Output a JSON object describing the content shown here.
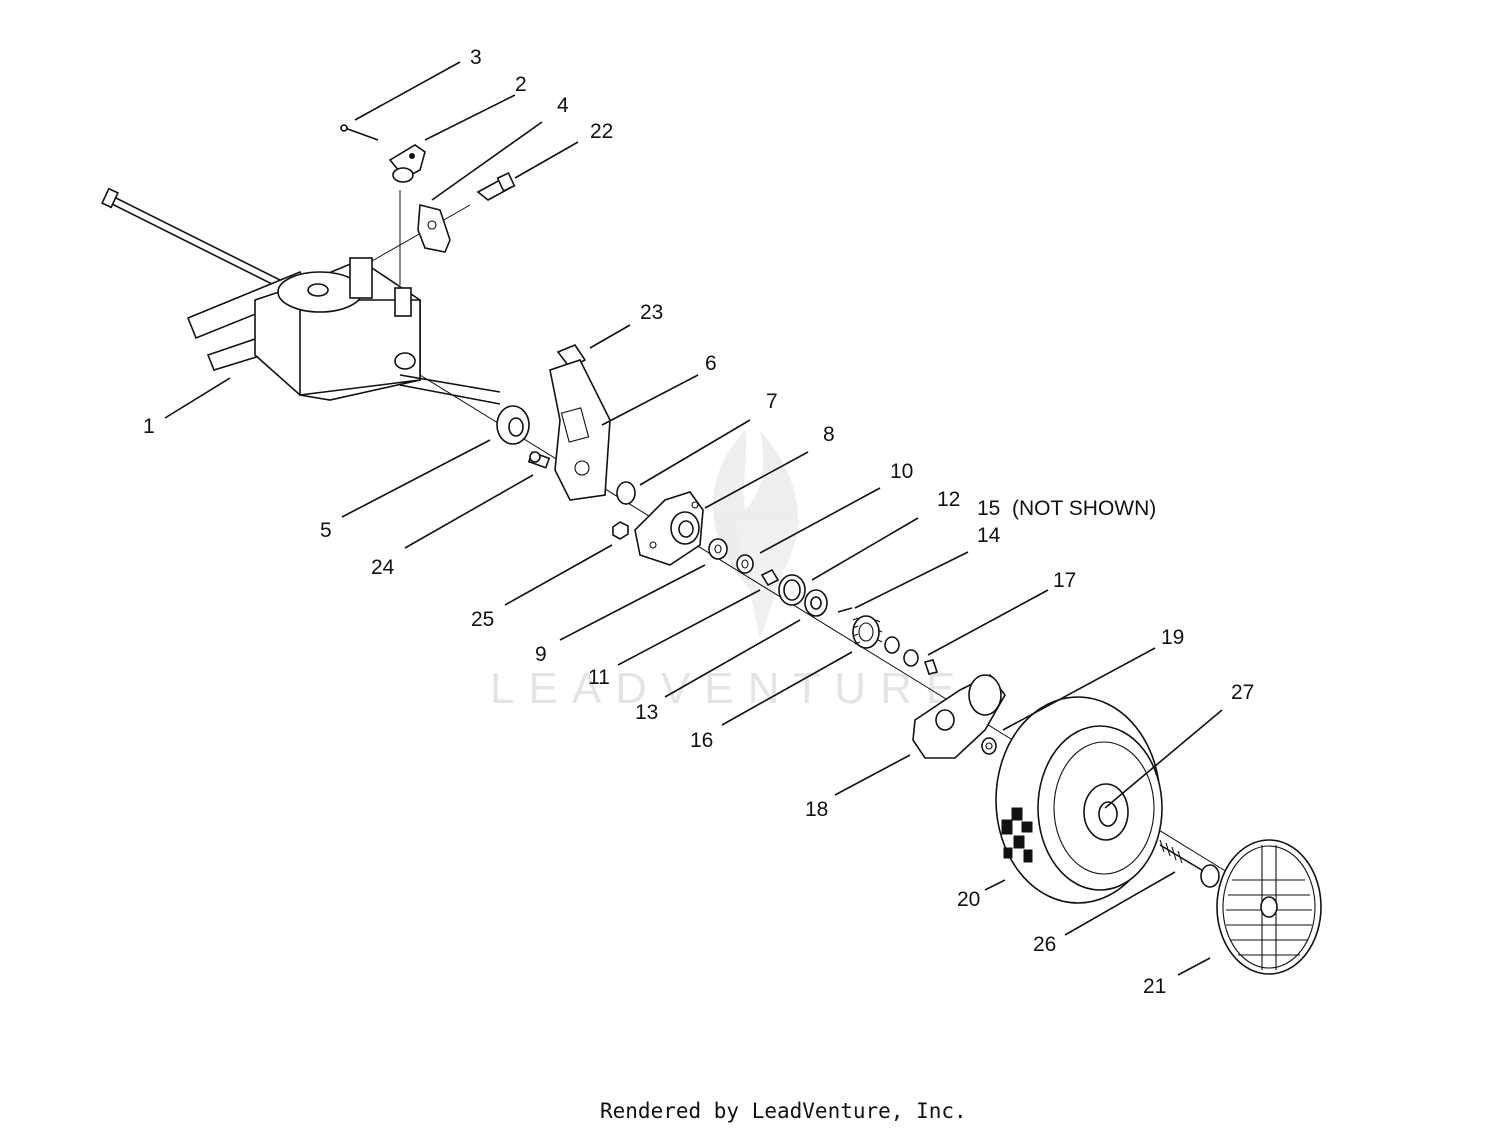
{
  "diagram": {
    "callouts": [
      {
        "id": "1",
        "text": "1"
      },
      {
        "id": "2",
        "text": "2"
      },
      {
        "id": "3",
        "text": "3"
      },
      {
        "id": "4",
        "text": "4"
      },
      {
        "id": "5",
        "text": "5"
      },
      {
        "id": "6",
        "text": "6"
      },
      {
        "id": "7",
        "text": "7"
      },
      {
        "id": "8",
        "text": "8"
      },
      {
        "id": "9",
        "text": "9"
      },
      {
        "id": "10",
        "text": "10"
      },
      {
        "id": "11",
        "text": "11"
      },
      {
        "id": "12",
        "text": "12"
      },
      {
        "id": "13",
        "text": "13"
      },
      {
        "id": "14",
        "text": "14"
      },
      {
        "id": "15",
        "text": "15  (NOT SHOWN)"
      },
      {
        "id": "16",
        "text": "16"
      },
      {
        "id": "17",
        "text": "17"
      },
      {
        "id": "18",
        "text": "18"
      },
      {
        "id": "19",
        "text": "19"
      },
      {
        "id": "20",
        "text": "20"
      },
      {
        "id": "21",
        "text": "21"
      },
      {
        "id": "22",
        "text": "22"
      },
      {
        "id": "23",
        "text": "23"
      },
      {
        "id": "24",
        "text": "24"
      },
      {
        "id": "25",
        "text": "25"
      },
      {
        "id": "26",
        "text": "26"
      },
      {
        "id": "27",
        "text": "27"
      }
    ],
    "watermark": "LEADVENTURE",
    "footer": "Rendered by LeadVenture, Inc."
  }
}
